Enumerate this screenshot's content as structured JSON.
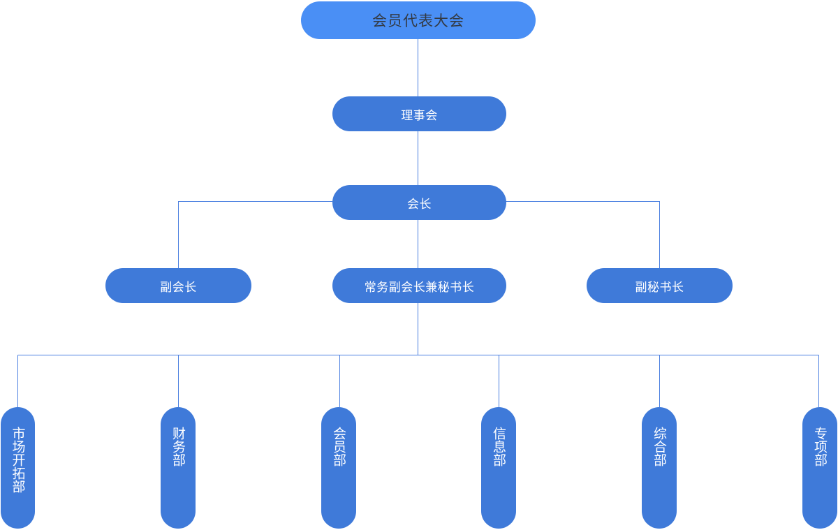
{
  "diagram": {
    "type": "org-chart",
    "colors": {
      "top_fill": "#4a8ff5",
      "node_fill": "#3f7ad9",
      "connector": "#4a7fe0",
      "top_text": "#333a44",
      "node_text": "#ffffff"
    },
    "nodes": {
      "general_assembly": "会员代表大会",
      "council": "理事会",
      "president": "会长",
      "vice_president": "副会长",
      "executive_vp_secretary_general": "常务副会长兼秘书长",
      "deputy_secretary_general": "副秘书长",
      "departments": [
        "市场开拓部",
        "财务部",
        "会员部",
        "信息部",
        "综合部",
        "专项部"
      ]
    },
    "edges": [
      [
        "会员代表大会",
        "理事会"
      ],
      [
        "理事会",
        "会长"
      ],
      [
        "会长",
        "副会长"
      ],
      [
        "会长",
        "常务副会长兼秘书长"
      ],
      [
        "会长",
        "副秘书长"
      ],
      [
        "常务副会长兼秘书长",
        "市场开拓部"
      ],
      [
        "常务副会长兼秘书长",
        "财务部"
      ],
      [
        "常务副会长兼秘书长",
        "会员部"
      ],
      [
        "常务副会长兼秘书长",
        "信息部"
      ],
      [
        "常务副会长兼秘书长",
        "综合部"
      ],
      [
        "常务副会长兼秘书长",
        "专项部"
      ]
    ]
  }
}
